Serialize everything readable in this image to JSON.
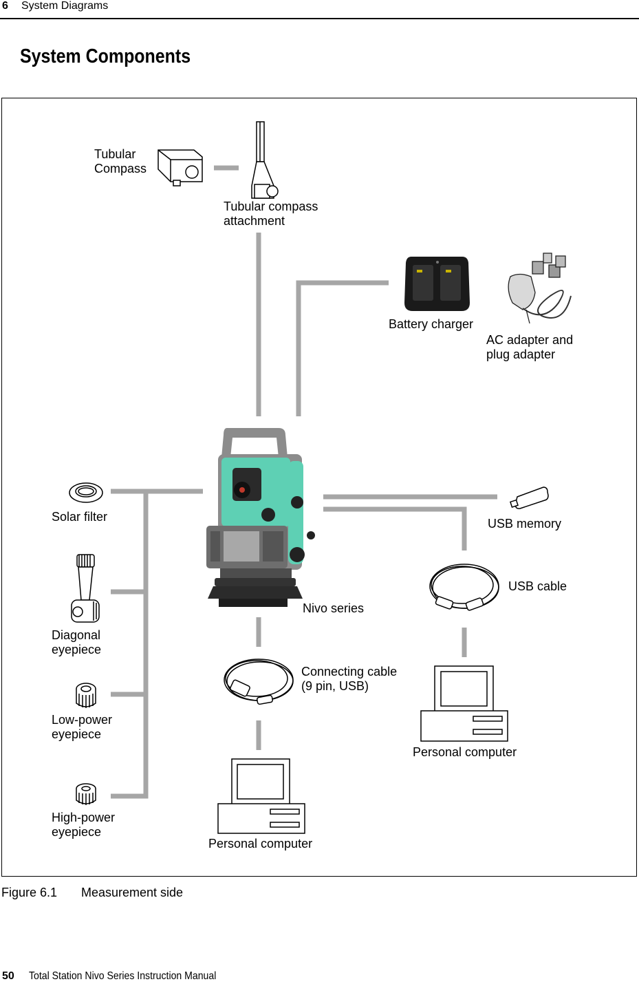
{
  "header": {
    "chapter_number": "6",
    "chapter_title": "System Diagrams"
  },
  "section_title": "System Components",
  "labels": {
    "tubular_compass": "Tubular\nCompass",
    "tubular_compass_attachment": "Tubular compass\nattachment",
    "battery_charger": "Battery charger",
    "ac_adapter": "AC adapter and\nplug adapter",
    "solar_filter": "Solar filter",
    "usb_memory": "USB memory",
    "usb_cable": "USB cable",
    "nivo_series": "Nivo series",
    "diagonal_eyepiece": "Diagonal\neyepiece",
    "connecting_cable": "Connecting cable\n(9 pin, USB)",
    "low_power_eyepiece": "Low-power\neyepiece",
    "personal_computer_right": "Personal computer",
    "high_power_eyepiece": "High-power\neyepiece",
    "personal_computer_bottom": "Personal computer"
  },
  "caption": {
    "number": "Figure 6.1",
    "title": "Measurement side"
  },
  "footer": {
    "page_number": "50",
    "manual_title": "Total Station Nivo Series Instruction Manual"
  },
  "colors": {
    "connector": "#a6a6a6",
    "instrument_body": "#5ed0b4",
    "instrument_gray": "#8c8c8c"
  }
}
